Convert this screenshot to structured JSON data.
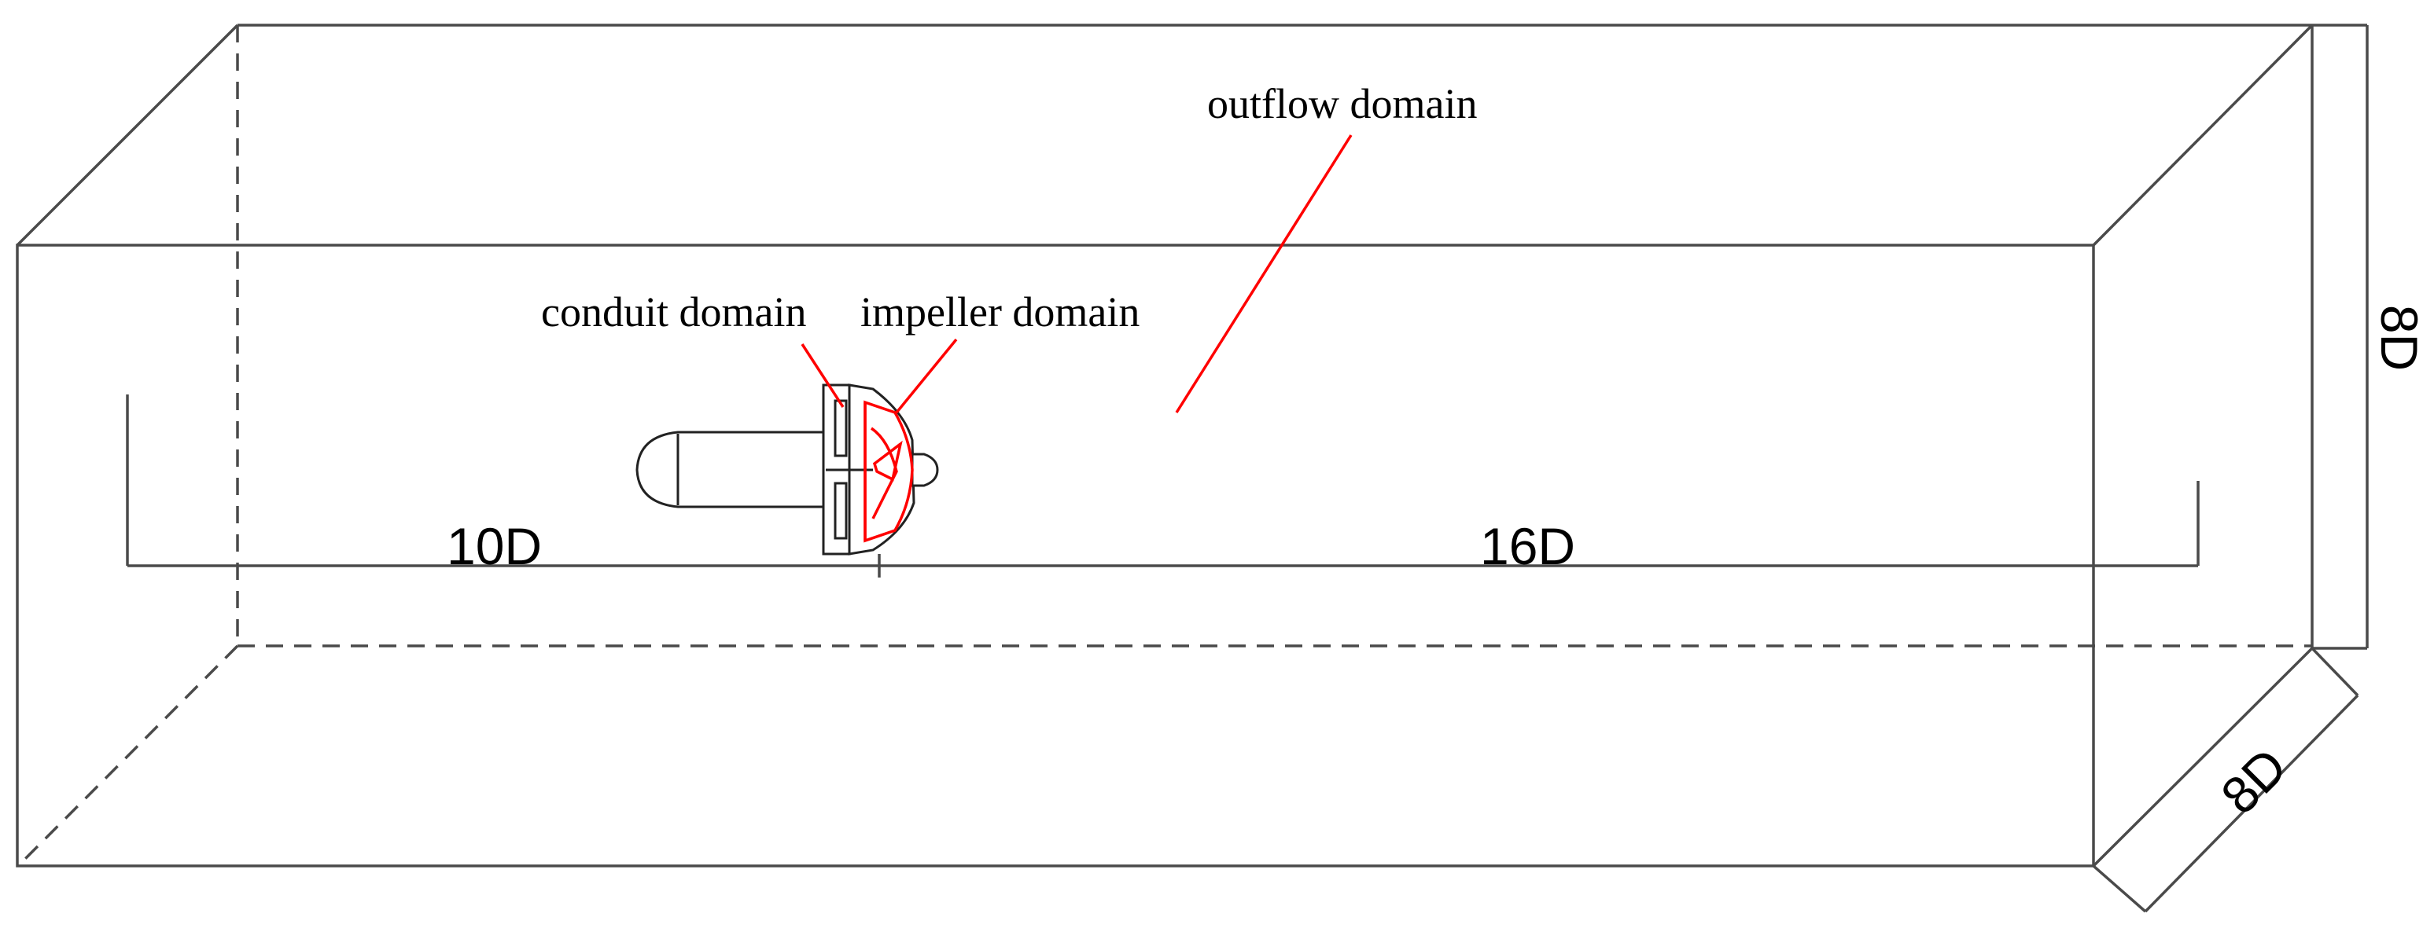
{
  "labels": {
    "outflow": "outflow domain",
    "conduit": "conduit domain",
    "impeller": "impeller domain"
  },
  "dimensions": {
    "upstream": "10D",
    "downstream": "16D",
    "height": "8D",
    "depth": "8D"
  },
  "colors": {
    "box_lines": "#4a4a4a",
    "leader_lines": "#ff0000",
    "text": "#000000"
  }
}
